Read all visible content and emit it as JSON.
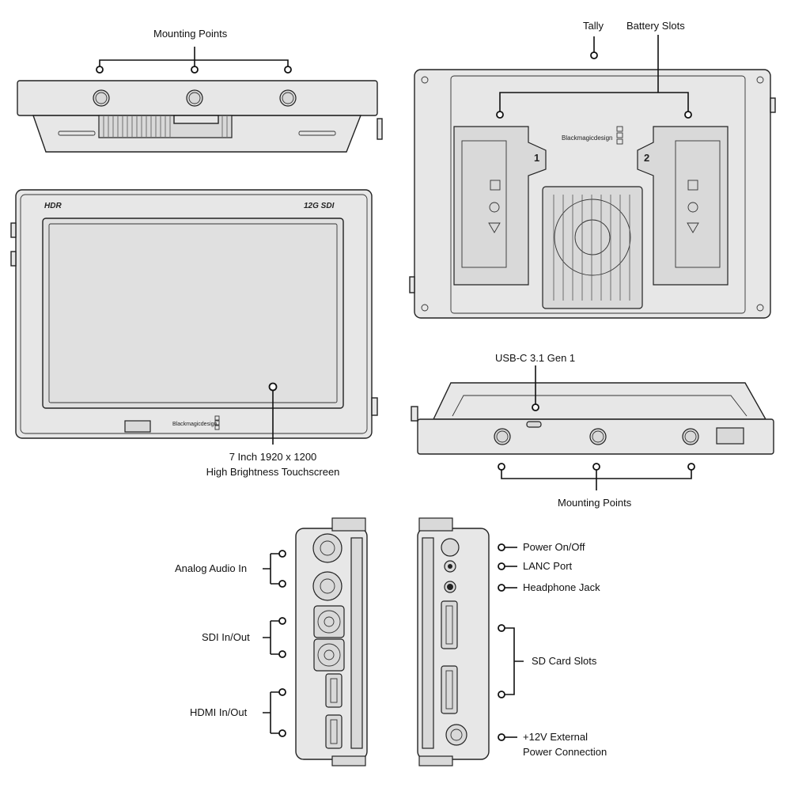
{
  "labels": {
    "mounting_points_top": "Mounting Points",
    "tally": "Tally",
    "battery_slots": "Battery Slots",
    "touchscreen_line1": "7 Inch 1920 x 1200",
    "touchscreen_line2": "High Brightness Touchscreen",
    "usbc": "USB-C 3.1 Gen 1",
    "mounting_points_bottom": "Mounting Points",
    "analog_audio_in": "Analog Audio In",
    "sdi_in_out": "SDI In/Out",
    "hdmi_in_out": "HDMI In/Out",
    "power_on_off": "Power On/Off",
    "lanc_port": "LANC Port",
    "headphone_jack": "Headphone Jack",
    "sd_card_slots": "SD Card Slots",
    "ext_power_line1": "+12V External",
    "ext_power_line2": "Power Connection"
  },
  "device_marks": {
    "hdr_badge": "HDR",
    "sdi_badge": "12G SDI",
    "brand": "Blackmagicdesign",
    "battery_slot_1": "1",
    "battery_slot_2": "2"
  }
}
